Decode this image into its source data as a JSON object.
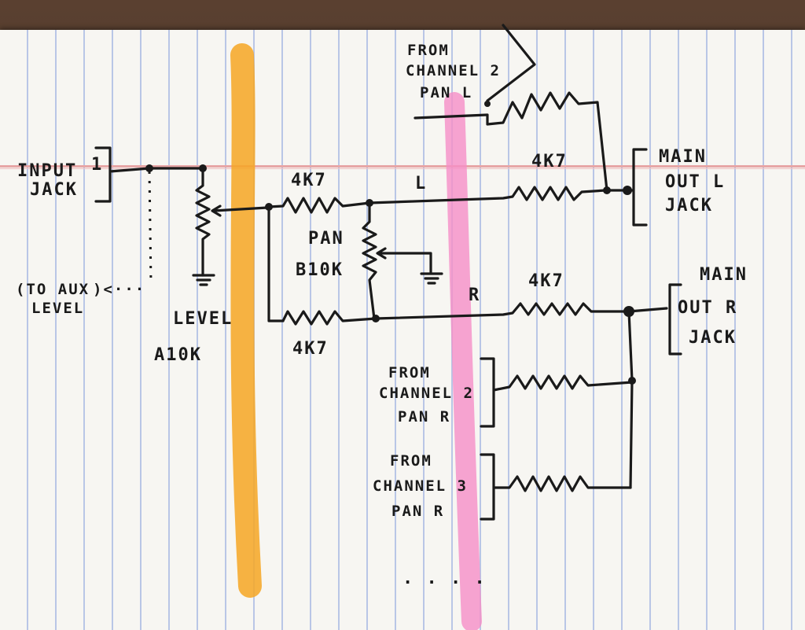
{
  "labels": {
    "input_jack": [
      "INPUT",
      "JACK"
    ],
    "input_pin": "1",
    "to_aux": [
      "(TO AUX",
      "LEVEL"
    ],
    "to_aux_arrow": ")<···",
    "level": [
      "LEVEL",
      "A10K"
    ],
    "r_top": "4K7",
    "r_bottom": "4K7",
    "pan": [
      "PAN",
      "B10K"
    ],
    "net_l": "L",
    "net_r": "R",
    "r_main_l": "4K7",
    "r_main_r": "4K7",
    "from_ch2_l": [
      "FROM",
      "CHANNEL 2",
      "PAN L"
    ],
    "main_out_l": [
      "MAIN",
      "OUT L",
      "JACK"
    ],
    "main_out_r": [
      "MAIN",
      "OUT R",
      "JACK"
    ],
    "from_ch2_r": [
      "FROM",
      "CHANNEL 2",
      "PAN R"
    ],
    "from_ch3_r": [
      "FROM",
      "CHANNEL 3",
      "PAN R"
    ],
    "ellipsis": ". . . ."
  },
  "highlighter_colors": {
    "orange": "#f6a623",
    "pink": "#f58fc7"
  },
  "ink_color": "#1a1a1a"
}
